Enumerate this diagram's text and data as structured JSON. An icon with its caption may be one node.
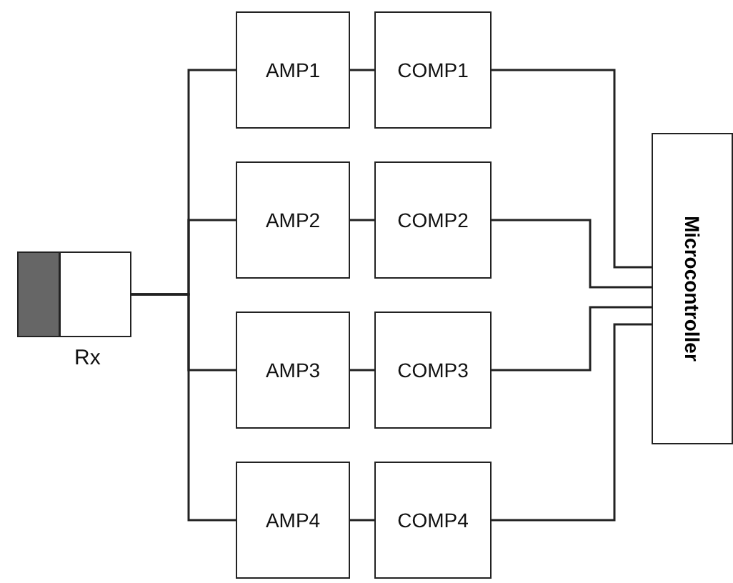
{
  "diagram": {
    "nodes": [
      {
        "text": [],
        "shape": "box",
        "beside": [
          "Rx"
        ]
      },
      {
        "text": [
          "AMP1"
        ]
      },
      {
        "text": [
          "COMP1"
        ]
      },
      {
        "text": [
          "AMP2"
        ]
      },
      {
        "text": [
          "COMP2"
        ]
      },
      {
        "text": [
          "AMP3"
        ]
      },
      {
        "text": [
          "COMP3"
        ]
      },
      {
        "text": [
          "AMP4"
        ]
      },
      {
        "text": [
          "COMP4"
        ]
      },
      {
        "text": [
          "Microcontroller"
        ]
      }
    ],
    "edges": [
      {
        "from": 0,
        "to": 1,
        "arrow": "none"
      },
      {
        "from": 0,
        "to": 3,
        "arrow": "none"
      },
      {
        "from": 0,
        "to": 5,
        "arrow": "none"
      },
      {
        "from": 0,
        "to": 7,
        "arrow": "none"
      },
      {
        "from": 1,
        "to": 2,
        "arrow": "none"
      },
      {
        "from": 3,
        "to": 4,
        "arrow": "none"
      },
      {
        "from": 5,
        "to": 6,
        "arrow": "none"
      },
      {
        "from": 7,
        "to": 8,
        "arrow": "none"
      },
      {
        "from": 2,
        "to": 9,
        "arrow": "none"
      },
      {
        "from": 4,
        "to": 9,
        "arrow": "none"
      },
      {
        "from": 6,
        "to": 9,
        "arrow": "none"
      },
      {
        "from": 8,
        "to": 9,
        "arrow": "none"
      }
    ]
  }
}
